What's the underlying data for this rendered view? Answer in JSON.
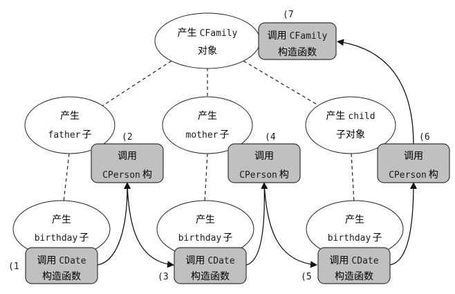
{
  "nodes": {
    "root": {
      "line1_prefix": "产生",
      "line1_code": "CFamily",
      "line2": "对象"
    },
    "father": {
      "line1": "产生",
      "line2_code": "father",
      "line2_suffix": "子"
    },
    "mother": {
      "line1": "产生",
      "line2_code": "mother",
      "line2_suffix": "子"
    },
    "child": {
      "line1_prefix": "产生",
      "line1_code": "child",
      "line2": "子对象"
    },
    "birthday1": {
      "line1": "产生",
      "line2_code": "birthday",
      "line2_suffix": "子"
    },
    "birthday2": {
      "line1": "产生",
      "line2_code": "birthday",
      "line2_suffix": "子"
    },
    "birthday3": {
      "line1": "产生",
      "line2_code": "birthday",
      "line2_suffix": "子"
    }
  },
  "boxes": {
    "cdate1": {
      "line1_prefix": "调用",
      "line1_code": "CDate",
      "line2": "构造函数",
      "step": "(1"
    },
    "cperson2": {
      "line1": "调用",
      "line2_code": "CPerson",
      "line2_suffix": "构",
      "step": "(2"
    },
    "cdate3": {
      "line1_prefix": "调用",
      "line1_code": "CDate",
      "line2": "构造函数",
      "step": "(3"
    },
    "cperson4": {
      "line1": "调用",
      "line2_code": "CPerson",
      "line2_suffix": "构",
      "step": "(4"
    },
    "cdate5": {
      "line1_prefix": "调用",
      "line1_code": "CDate",
      "line2": "构造函数",
      "step": "(5"
    },
    "cperson6": {
      "line1": "调用",
      "line2_code": "CPerson",
      "line2_suffix": "构",
      "step": "(6"
    },
    "cfamily7": {
      "line1_prefix": "调用",
      "line1_code": "CFamily",
      "line2": "构造函数",
      "step": "(7"
    }
  }
}
